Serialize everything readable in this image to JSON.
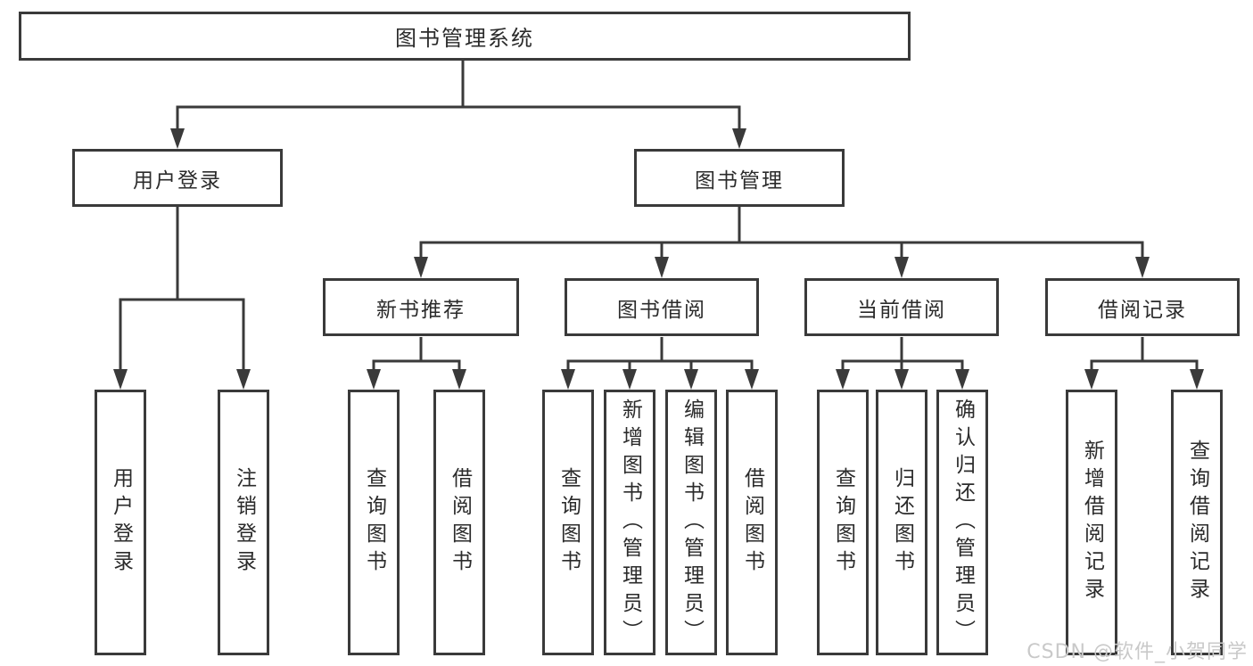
{
  "tree": {
    "root": "图书管理系统",
    "level2": [
      {
        "label": "用户登录",
        "leaves": [
          "用户登录",
          "注销登录"
        ]
      },
      {
        "label": "图书管理",
        "groups": [
          {
            "label": "新书推荐",
            "leaves": [
              "查询图书",
              "借阅图书"
            ]
          },
          {
            "label": "图书借阅",
            "leaves": [
              "查询图书",
              "新增图书（管理员）",
              "编辑图书（管理员）",
              "借阅图书"
            ]
          },
          {
            "label": "当前借阅",
            "leaves": [
              "查询图书",
              "归还图书",
              "确认归还（管理员）"
            ]
          },
          {
            "label": "借阅记录",
            "leaves": [
              "新增借阅记录",
              "查询借阅记录"
            ]
          }
        ]
      }
    ]
  },
  "watermark": "CSDN @软件_小贺同学",
  "colors": {
    "line": "#3a3a3a",
    "text": "#2b2b2b",
    "background": "#ffffff",
    "watermark": "#c9c9c9"
  }
}
